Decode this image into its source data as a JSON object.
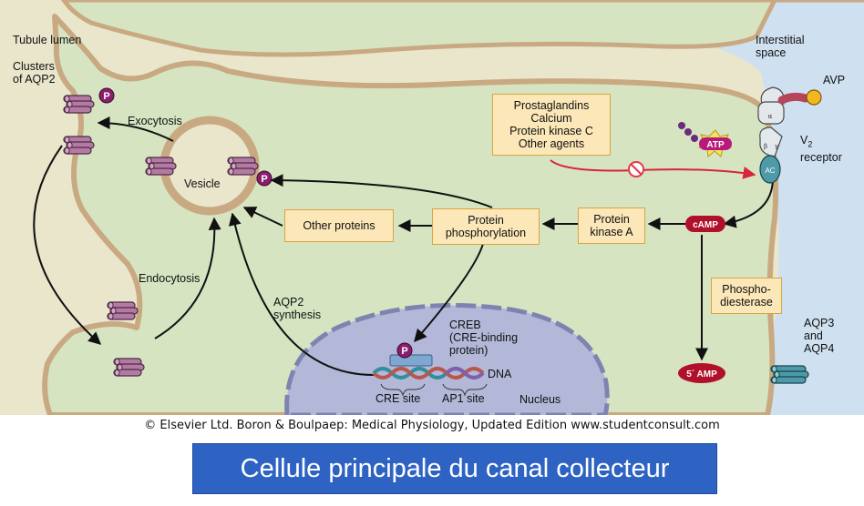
{
  "labels": {
    "tubule_lumen": "Tubule lumen",
    "interstitial_space": "Interstitial\nspace",
    "clusters_aqp2": "Clusters\nof AQP2",
    "exocytosis": "Exocytosis",
    "endocytosis": "Endocytosis",
    "vesicle": "Vesicle",
    "aqp2_synthesis": "AQP2\nsynthesis",
    "creb": "CREB\n(CRE-binding\nprotein)",
    "dna": "DNA",
    "cre_site": "CRE site",
    "ap1_site": "AP1 site",
    "nucleus": "Nucleus",
    "avp": "AVP",
    "v2_receptor_main": "V",
    "v2_receptor_sub": "2",
    "v2_receptor_rest": "receptor",
    "aqp3_aqp4": "AQP3\nand\nAQP4",
    "phospho_p": "P",
    "atp": "ATP",
    "ac": "AC",
    "camp": "cAMP",
    "amp5": "5´ AMP",
    "alpha": "α",
    "beta": "β",
    "gamma": "γ"
  },
  "boxes": {
    "inhibitors": "Prostaglandins\nCalcium\nProtein kinase C\nOther agents",
    "other_proteins": "Other proteins",
    "protein_phosphorylation": "Protein\nphosphorylation",
    "protein_kinase_a": "Protein\nkinase A",
    "phosphodiesterase": "Phospho-\ndiesterase"
  },
  "copyright": "© Elsevier Ltd. Boron & Boulpaep: Medical Physiology, Updated Edition   www.studentconsult.com",
  "banner": "Cellule principale du canal collecteur",
  "colors": {
    "cell": "#d6e4c2",
    "membrane": "#c9a982",
    "lumen": "#e9e6cc",
    "interstitium": "#cfe0f0",
    "nucleus": "#b3b8d8",
    "aqp2": "#b57aa3",
    "aqp34": "#4e9aa8",
    "box_fill": "#fbe7b8",
    "box_border": "#d9a441",
    "camp": "#b0102a",
    "phospho": "#8a1e6c",
    "inhibit": "#e23a4a",
    "banner": "#2e63c4"
  }
}
